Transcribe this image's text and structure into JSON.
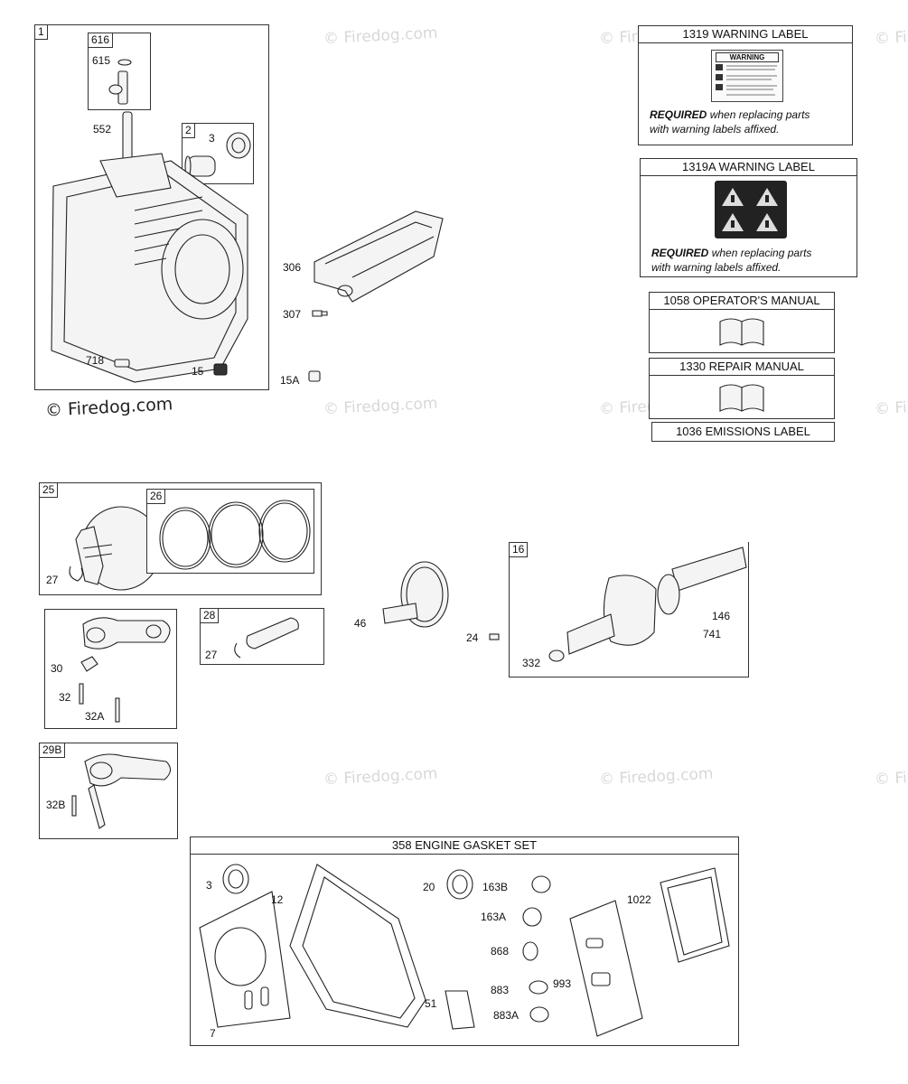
{
  "watermark": "© Firedog.com",
  "groups": {
    "g1": "1",
    "g616": "616",
    "g2": "2",
    "g25": "25",
    "g26": "26",
    "g28": "28",
    "g29b": "29B",
    "g16": "16"
  },
  "callouts": {
    "c615": "615",
    "c552": "552",
    "c3a": "3",
    "c718": "718",
    "c15": "15",
    "c306": "306",
    "c307": "307",
    "c15a": "15A",
    "c27a": "27",
    "c30": "30",
    "c32": "32",
    "c32a": "32A",
    "c27b": "27",
    "c32b": "32B",
    "c46": "46",
    "c24": "24",
    "c332": "332",
    "c146": "146",
    "c741": "741",
    "c3b": "3",
    "c12": "12",
    "c7": "7",
    "c20": "20",
    "c163b": "163B",
    "c163a": "163A",
    "c868": "868",
    "c883": "883",
    "c883a": "883A",
    "c993": "993",
    "c51": "51",
    "c1022": "1022"
  },
  "labels": {
    "warn1319_title": "1319 WARNING LABEL",
    "warn1319a_title": "1319A WARNING LABEL",
    "required_word": "REQUIRED",
    "required_rest_1": "when replacing parts",
    "required_rest_2": "with warning labels affixed.",
    "warning_sticker": "WARNING",
    "manual1058": "1058 OPERATOR'S MANUAL",
    "manual1330": "1330 REPAIR MANUAL",
    "emissions1036": "1036 EMISSIONS LABEL",
    "gasket_set": "358 ENGINE GASKET SET"
  },
  "icons": [
    "book-icon",
    "warning-label-icon",
    "hazard-symbols-icon"
  ]
}
